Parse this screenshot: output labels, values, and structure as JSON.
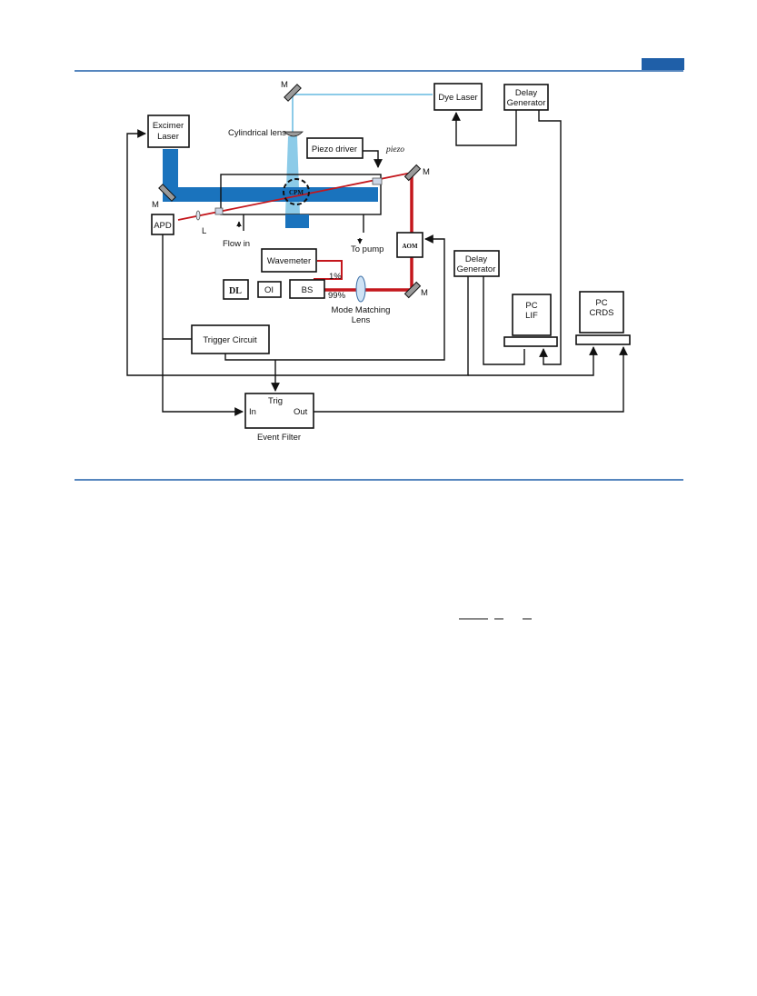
{
  "colors": {
    "rule": "#1f5fa8",
    "tab": "#1f5fa8",
    "excimer_beam": "#1a73bd",
    "dye_beam": "#8ccbe8",
    "probe_beam": "#c4161c",
    "wire": "#111111",
    "mirror": "#9a9a9a"
  },
  "diagram": {
    "excimer_laser": [
      "Excimer",
      "Laser"
    ],
    "dye_laser": "Dye Laser",
    "delay_generator_top": [
      "Delay",
      "Generator"
    ],
    "delay_generator_mid": [
      "Delay",
      "Generator"
    ],
    "cylindrical_lens": "Cylindrical lens",
    "piezo_driver": "Piezo driver",
    "piezo": "piezo",
    "mirror": "M",
    "lens_l": "L",
    "apd": "APD",
    "cell": "CPM",
    "flow_in": "Flow in",
    "to_pump": "To pump",
    "aom": "AOM",
    "wavemeter": "Wavemeter",
    "pct_1": "1%",
    "pct_99": "99%",
    "dl": "DL",
    "oi": "OI",
    "bs": "BS",
    "mode_matching_lens": [
      "Mode Matching",
      "Lens"
    ],
    "pc_lif": [
      "PC",
      "LIF"
    ],
    "pc_crds": [
      "PC",
      "CRDS"
    ],
    "trigger_circuit": "Trigger Circuit",
    "event_filter": {
      "trig": "Trig",
      "in": "In",
      "out": "Out",
      "caption": "Event Filter"
    }
  }
}
